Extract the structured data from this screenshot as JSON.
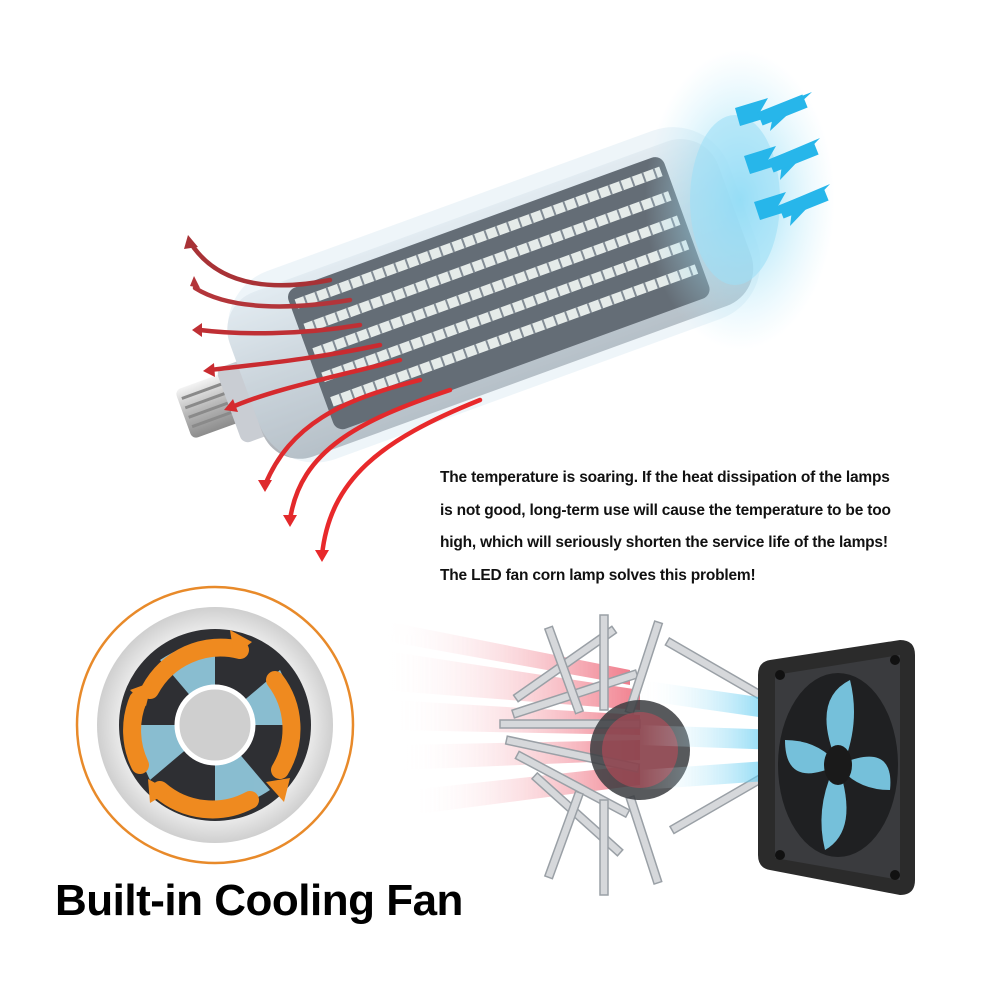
{
  "description": {
    "lines": [
      "The temperature is soaring. If the heat dissipation of the lamps",
      "is not good, long-term use will cause the temperature to be too",
      "high, which will seriously shorten the service life of the lamps!",
      "The LED fan corn lamp solves this problem!"
    ]
  },
  "headline": "Built-in Cooling Fan",
  "colors": {
    "hot_arrow": "#e0282a",
    "cool_arrow": "#29b8ec",
    "fan_ring": "#e88a2a",
    "fan_frame": "#2b2b2b",
    "heatsink": "#d8dadc"
  },
  "icons": [
    "corn-lamp-illustration",
    "fan-rotor-icon",
    "heatsink-illustration",
    "cooling-fan-illustration"
  ]
}
